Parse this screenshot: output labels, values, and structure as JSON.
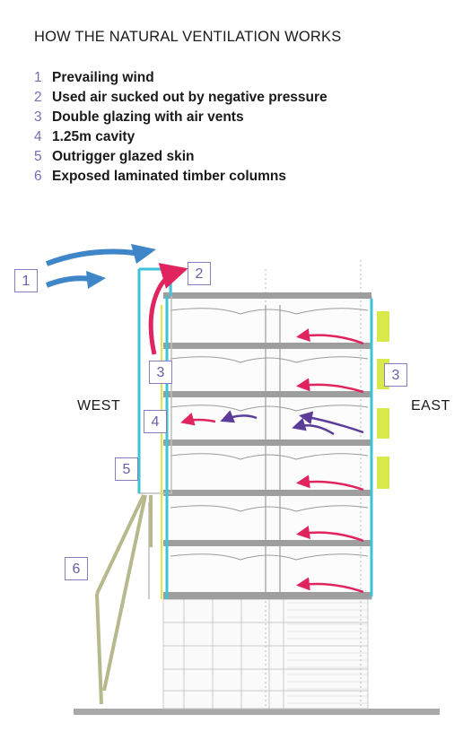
{
  "title": "HOW THE NATURAL VENTILATION WORKS",
  "legend": [
    {
      "num": "1",
      "text": "Prevailing wind"
    },
    {
      "num": "2",
      "text": "Used air sucked out by negative pressure"
    },
    {
      "num": "3",
      "text": "Double glazing with air vents"
    },
    {
      "num": "4",
      "text": "1.25m cavity"
    },
    {
      "num": "5",
      "text": "Outrigger glazed skin"
    },
    {
      "num": "6",
      "text": "Exposed laminated timber columns"
    }
  ],
  "labels": {
    "west": "WEST",
    "east": "EAST"
  },
  "callouts": [
    "1",
    "2",
    "3",
    "3",
    "4",
    "5",
    "6"
  ],
  "colors": {
    "accent": "#7b6bb4",
    "wind": "#3f86c8",
    "exhaust": "#e0245e",
    "glass": "#3dc3d8",
    "vent": "#d9e84a",
    "timber": "#b7b98c"
  }
}
